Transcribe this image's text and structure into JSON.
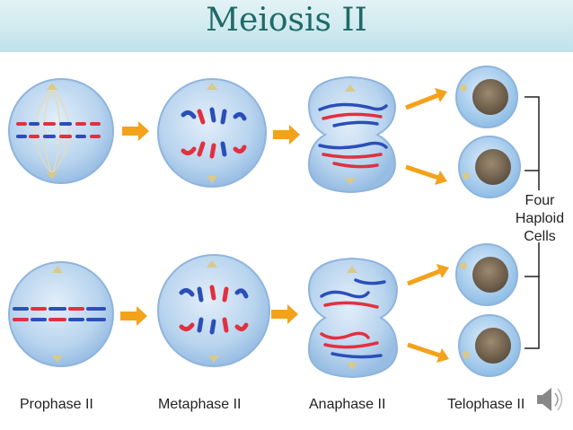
{
  "title": "Meiosis II",
  "phases": [
    "Prophase II",
    "Metaphase II",
    "Anaphase II",
    "Telophase II"
  ],
  "result_label": [
    "Four",
    "Haploid",
    "Cells"
  ],
  "colors": {
    "cell_fill": "#b8d4ee",
    "cell_edge": "#8fb4de",
    "maternal": "#e23040",
    "paternal": "#2b4fb8",
    "arrow": "#f3a21b",
    "spindle": "#d9c98a",
    "nucleus": "#7a6a55",
    "title_text": "#1f6a67"
  },
  "icons": [
    "right-arrow-icon",
    "diagonal-arrow-icon",
    "bracket-icon",
    "speaker-icon"
  ]
}
